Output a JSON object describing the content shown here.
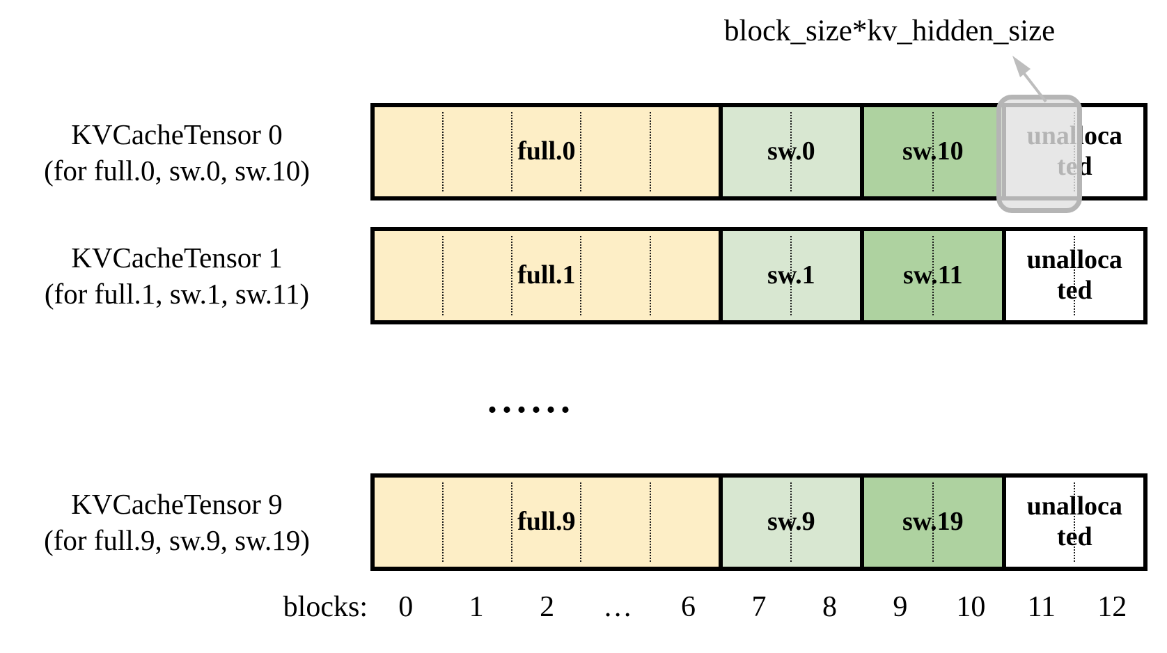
{
  "annotation": {
    "label": "block_size*kv_hidden_size"
  },
  "ellipsis": "......",
  "rows": [
    {
      "title": "KVCacheTensor 0",
      "subtitle": "(for full.0, sw.0, sw.10)",
      "segments": [
        {
          "name": "full",
          "label": "full.0"
        },
        {
          "name": "sliding-window-a",
          "label": "sw.0"
        },
        {
          "name": "sliding-window-b",
          "label": "sw.10"
        },
        {
          "name": "unallocated",
          "label": "unalloca\nted"
        }
      ],
      "highlighted_block": "11"
    },
    {
      "title": "KVCacheTensor 1",
      "subtitle": "(for full.1, sw.1, sw.11)",
      "segments": [
        {
          "name": "full",
          "label": "full.1"
        },
        {
          "name": "sliding-window-a",
          "label": "sw.1"
        },
        {
          "name": "sliding-window-b",
          "label": "sw.11"
        },
        {
          "name": "unallocated",
          "label": "unalloca\nted"
        }
      ]
    },
    {
      "title": "KVCacheTensor 9",
      "subtitle": "(for full.9, sw.9, sw.19)",
      "segments": [
        {
          "name": "full",
          "label": "full.9"
        },
        {
          "name": "sliding-window-a",
          "label": "sw.9"
        },
        {
          "name": "sliding-window-b",
          "label": "sw.19"
        },
        {
          "name": "unallocated",
          "label": "unalloca\nted"
        }
      ]
    }
  ],
  "axis": {
    "label": "blocks:",
    "ticks": [
      "0",
      "1",
      "2",
      "…",
      "6",
      "7",
      "8",
      "9",
      "10",
      "11",
      "12"
    ]
  },
  "colors": {
    "full_segment": "#fdeec6",
    "sliding_window_light": "#d8e7d1",
    "sliding_window_dark": "#aed2a0",
    "unallocated": "#ffffff",
    "highlight_gray": "#b5b5b5",
    "border_black": "#000000"
  }
}
